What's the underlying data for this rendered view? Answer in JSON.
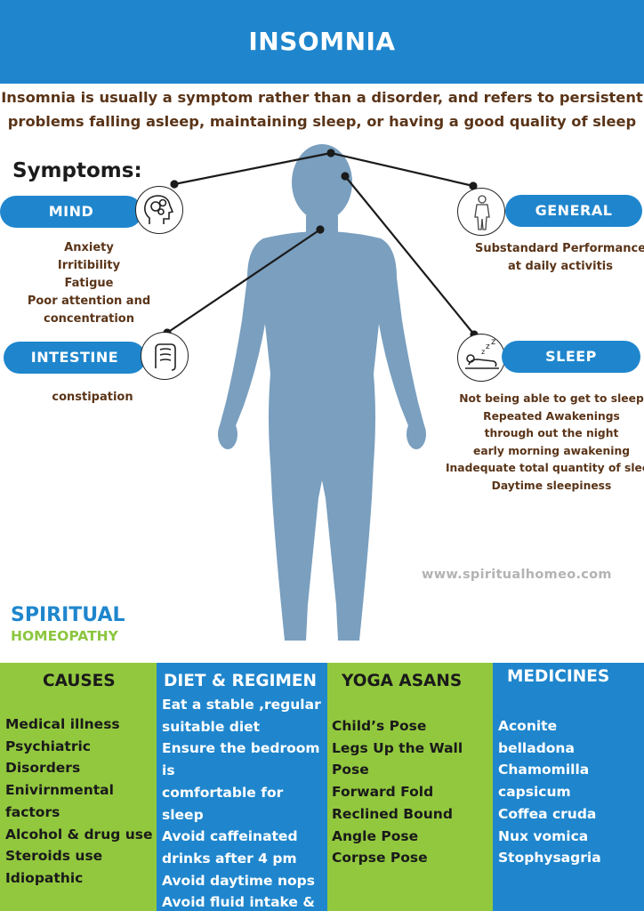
{
  "header": {
    "title": "INSOMNIA"
  },
  "intro": {
    "line1": "Insomnia is usually a symptom rather than a disorder, and refers to persistent",
    "line2": "problems falling asleep, maintaining sleep, or having a good quality of sleep"
  },
  "symptoms": {
    "heading": "Symptoms:",
    "mind": {
      "label": "MIND",
      "icon": "head-gears-icon",
      "items": [
        "Anxiety",
        "Irritibility",
        "Fatigue",
        "Poor attention and",
        "concentration"
      ]
    },
    "intestine": {
      "label": "INTESTINE",
      "icon": "intestine-icon",
      "items": [
        "constipation"
      ]
    },
    "general": {
      "label": "GENERAL",
      "icon": "human-body-icon",
      "items": [
        "Substandard Performance",
        "at daily activitis"
      ]
    },
    "sleep": {
      "label": "SLEEP",
      "icon": "sleeping-person-icon",
      "items": [
        "Not being able to get to sleep",
        "Repeated Awakenings",
        "through out the night",
        "early morning awakening",
        "Inadequate total quantity of sleep",
        "Daytime sleepiness"
      ]
    }
  },
  "website": "www.spiritualhomeo.com",
  "brand": {
    "line1": "SPIRITUAL",
    "line2": "HOMEOPATHY"
  },
  "columns": {
    "causes": {
      "title": "CAUSES",
      "items": [
        "Medical illness",
        "Psychiatric",
        "Disorders",
        "Enivirnmental",
        "factors",
        "Alcohol & drug use",
        "Steroids use",
        "Idiopathic"
      ]
    },
    "diet": {
      "title": "DIET & REGIMEN",
      "items": [
        "Eat a stable ,regular",
        "suitable diet",
        "Ensure the bedroom",
        "is",
        "comfortable for",
        "sleep",
        "Avoid caffeinated",
        "drinks after 4 pm",
        "Avoid daytime nops",
        "Avoid fluid intake &"
      ]
    },
    "yoga": {
      "title": "YOGA ASANS",
      "items": [
        "Child’s Pose",
        "Legs Up the Wall",
        "Pose",
        "Forward Fold",
        "Reclined Bound",
        "Angle Pose",
        "Corpse Pose"
      ]
    },
    "medicines": {
      "title": "MEDICINES",
      "items": [
        "Aconite",
        "belladona",
        "Chamomilla",
        "capsicum",
        "Coffea cruda",
        "Nux vomica",
        "Stophysagria"
      ]
    }
  },
  "colors": {
    "blue": "#1f86cd",
    "green": "#92c83e",
    "brown": "#5a3418",
    "figure": "#7a9fbf"
  }
}
